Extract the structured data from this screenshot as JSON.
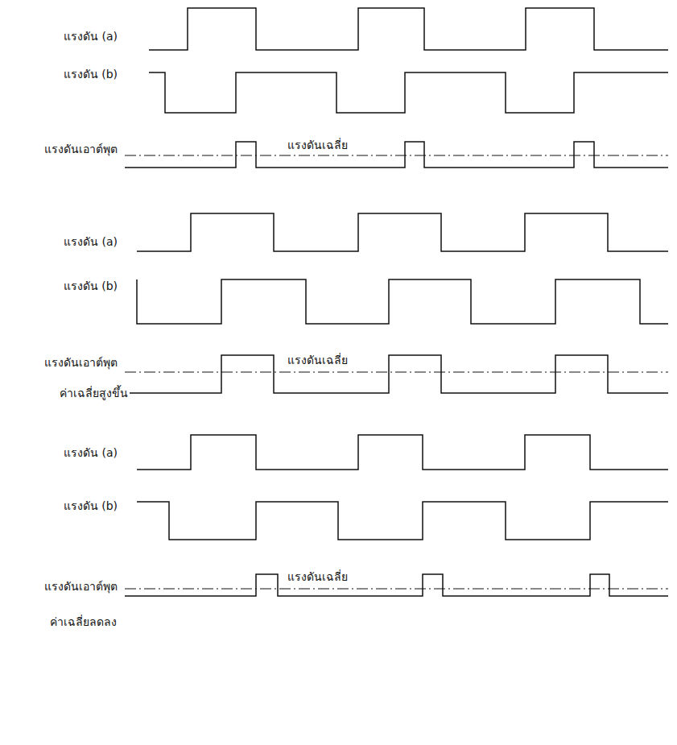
{
  "diagram": {
    "labels": [
      "แรงดัน (a)",
      "แรงดัน (b)",
      "แรงดันเอาต์พุต",
      "แรงดันเฉลี่ย",
      "แรงดัน (a)",
      "แรงดัน (b)",
      "แรงดันเอาต์พุต",
      "แรงดันเฉลี่ย",
      "ค่าเฉลี่ยสูงขึ้น",
      "แรงดัน (a)",
      "แรงดัน (b)",
      "แรงดันเอาต์พุต",
      "แรงดันเฉลี่ย",
      "ค่าเฉลี่ยลดลง"
    ]
  }
}
